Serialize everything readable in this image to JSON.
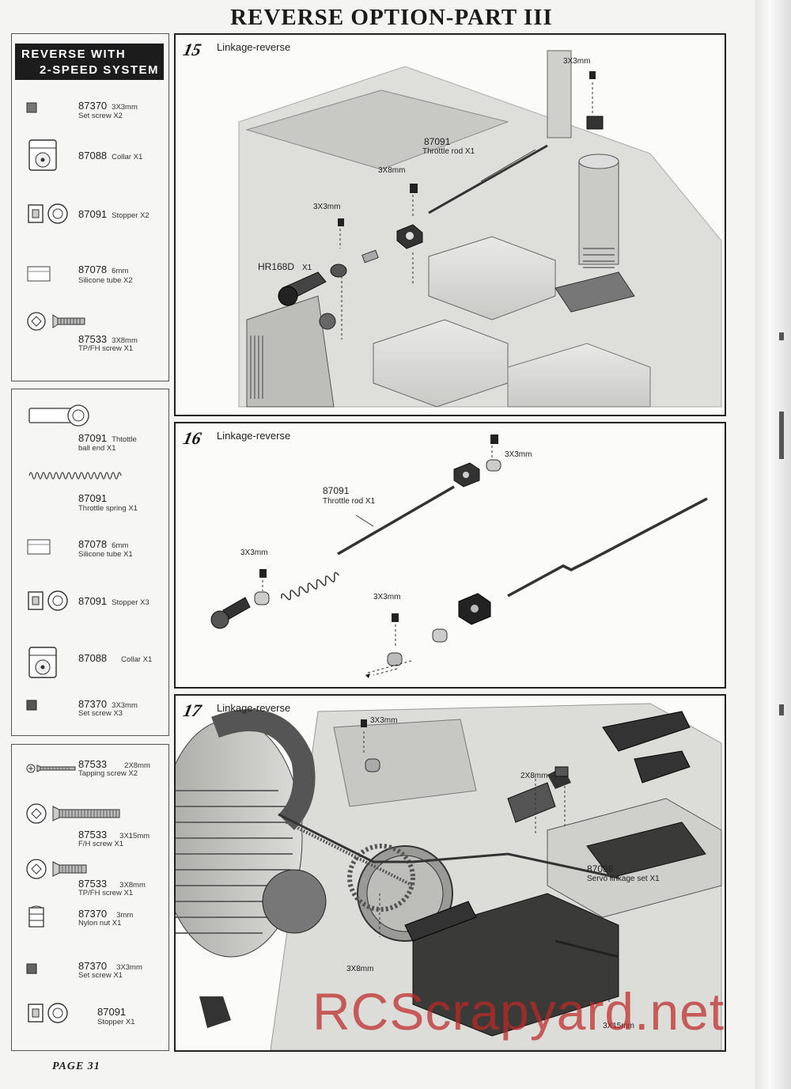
{
  "page": {
    "title": "REVERSE OPTION-PART  III",
    "footer": "PAGE  31"
  },
  "sidebar": {
    "header": {
      "line1": "REVERSE WITH",
      "line2": "2-SPEED SYSTEM"
    },
    "group1": [
      {
        "num": "87370",
        "spec": "3X3mm",
        "desc": "Set screw   X2",
        "icon": "set-screw-icon"
      },
      {
        "num": "87088",
        "spec": "Collar  X1",
        "desc": "",
        "icon": "collar-icon"
      },
      {
        "num": "87091",
        "spec": "Stopper  X2",
        "desc": "",
        "icon": "stopper-icon"
      },
      {
        "num": "87078",
        "spec": "6mm",
        "desc": "Silicone tube   X2",
        "icon": "silicone-tube-icon"
      },
      {
        "num": "87533",
        "spec": "3X8mm",
        "desc": "TP/FH  screw  X1",
        "icon": "flat-head-screw-icon"
      }
    ],
    "group2": [
      {
        "num": "87091",
        "spec": "Thtottle",
        "desc": "ball end   X1",
        "icon": "ball-end-icon"
      },
      {
        "num": "87091",
        "spec": "",
        "desc": "Throttle spring   X1",
        "icon": "spring-icon"
      },
      {
        "num": "87078",
        "spec": "6mm",
        "desc": "Silicone tube     X1",
        "icon": "silicone-tube-icon"
      },
      {
        "num": "87091",
        "spec": "Stopper  X3",
        "desc": "",
        "icon": "stopper-icon"
      },
      {
        "num": "87088",
        "spec": "Collar   X1",
        "desc": "",
        "icon": "collar-icon"
      },
      {
        "num": "87370",
        "spec": "3X3mm",
        "desc": "Set screw   X3",
        "icon": "set-screw-icon"
      }
    ],
    "group3": [
      {
        "num": "87533",
        "spec": "2X8mm",
        "desc": "Tapping screw   X2",
        "icon": "tapping-screw-icon"
      },
      {
        "num": "87533",
        "spec": "3X15mm",
        "desc": "F/H   screw   X1",
        "icon": "flat-head-screw-icon"
      },
      {
        "num": "87533",
        "spec": "3X8mm",
        "desc": "TP/FH  screw   X1",
        "icon": "flat-head-screw-icon"
      },
      {
        "num": "87370",
        "spec": "3mm",
        "desc": "Nylon nut   X1",
        "icon": "nylon-nut-icon"
      },
      {
        "num": "87370",
        "spec": "3X3mm",
        "desc": "Set  screw   X1",
        "icon": "set-screw-icon"
      },
      {
        "num": "87091",
        "spec": "",
        "desc": "Stopper   X1",
        "icon": "stopper-icon"
      }
    ]
  },
  "steps": {
    "s15": {
      "num": "15",
      "title": "Linkage-reverse",
      "labels": {
        "a": "3X3mm",
        "b": "87091",
        "c": "Throttle rod  X1",
        "d": "3X8mm",
        "e": "3X3mm",
        "f": "HR168D",
        "g": "X1"
      }
    },
    "s16": {
      "num": "16",
      "title": "Linkage-reverse",
      "labels": {
        "a": "3X3mm",
        "b": "87091",
        "c": "Throttle rod    X1",
        "d": "3X3mm",
        "e": "3X3mm"
      }
    },
    "s17": {
      "num": "17",
      "title": "Linkage-reverse",
      "labels": {
        "a": "3X3mm",
        "b": "2X8mm",
        "c": "87088",
        "d": "Servo linkage set  X1",
        "e": "3X8mm",
        "f": "3X15mm"
      }
    }
  },
  "watermark": "RCScrapyard.net"
}
